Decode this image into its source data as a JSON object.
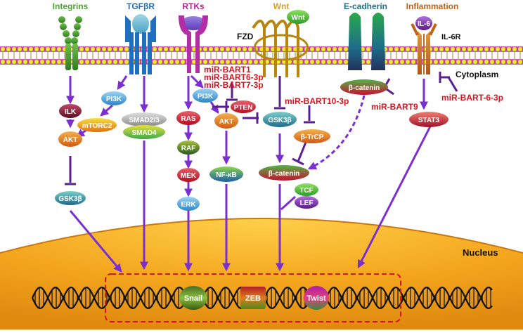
{
  "headers": {
    "integrins": "Integrins",
    "tgfbr": "TGFβR",
    "rtks": "RTKs",
    "wnt": "Wnt",
    "ecadherin": "E-cadherin",
    "inflammation": "Inflammation"
  },
  "labels": {
    "wnt_ligand": "Wnt",
    "fzd": "FZD",
    "il6": "IL-6",
    "il6r": "IL-6R",
    "cytoplasm": "Cytoplasm",
    "nucleus": "Nucleus"
  },
  "mirnas": {
    "bart1": "miR-BART1",
    "bart6": "miR-BART6-3p",
    "bart7": "miR-BART7-3p",
    "bart10": "miR-BART10-3p",
    "bart9": "miR-BART9",
    "bart6b": "miR-BART-6-3p"
  },
  "nodes": {
    "ilk": "ILK",
    "pi3k_tgf": "PI3K",
    "mtorc2": "mTORC2",
    "akt_left": "AKT",
    "gsk_left": "GSK3β",
    "smad23": "SMAD2/3",
    "smad4": "SMAD4",
    "pi3k_rtk": "PI3K",
    "pten": "PTEN",
    "ras": "RAS",
    "akt_mid": "AKT",
    "raf": "RAF",
    "mek": "MEK",
    "erk": "ERK",
    "nfkb": "NF-κB",
    "gsk_mid": "GSK3β",
    "btrcp": "β-TrCP",
    "bcat_mid": "β-catenin",
    "tcf": "TCF",
    "lef": "LEF",
    "bcat_ecad": "β-catenin",
    "stat3": "STAT3"
  },
  "transcription_factors": {
    "snail": "Snail",
    "zeb": "ZEB",
    "twist": "Twist"
  },
  "colors": {
    "arrow": "#7b2fd0",
    "mirna": "#d9141e",
    "membrane": "#cc33bb",
    "nucleus": "#f0a020",
    "box_border": "#e01010",
    "integrins": "#4aa52e",
    "tgfbr": "#1f6fc0",
    "rtks": "#c0189a",
    "wnt": "#b8860b",
    "ecadherin": "#1d6e8a",
    "inflammation": "#c0621a"
  }
}
